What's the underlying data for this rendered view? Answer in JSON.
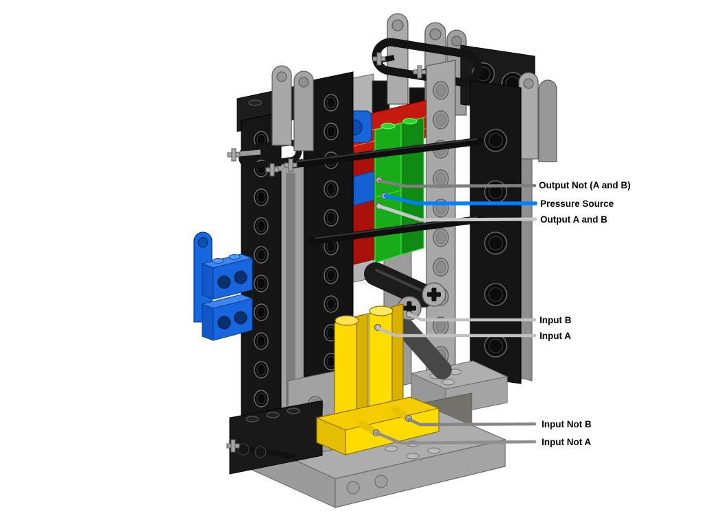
{
  "figure": {
    "background": "#ffffff"
  },
  "palette": {
    "lego_gray": "#a8a8a8",
    "lego_black": "#161616",
    "lego_red": "#c61a0e",
    "lego_green": "#19ac19",
    "lego_blue": "#1563d8",
    "lego_yellow": "#ffd900",
    "base_shadow_gray": "#72726a"
  },
  "annotations": [
    {
      "id": "output-not-a-and-b",
      "text": "Output Not (A and B)",
      "leader_color": "#7f7f7f"
    },
    {
      "id": "pressure-source",
      "text": "Pressure Source",
      "leader_color": "#0080ff"
    },
    {
      "id": "output-a-and-b",
      "text": "Output A and B",
      "leader_color": "#c8c8c8"
    },
    {
      "id": "input-b",
      "text": "Input B",
      "leader_color": "#c0c0c0"
    },
    {
      "id": "input-a",
      "text": "Input A",
      "leader_color": "#c0c0c0"
    },
    {
      "id": "input-not-b",
      "text": "Input Not B",
      "leader_color": "#858585"
    },
    {
      "id": "input-not-a",
      "text": "Input Not A",
      "leader_color": "#8f8f8f"
    }
  ]
}
